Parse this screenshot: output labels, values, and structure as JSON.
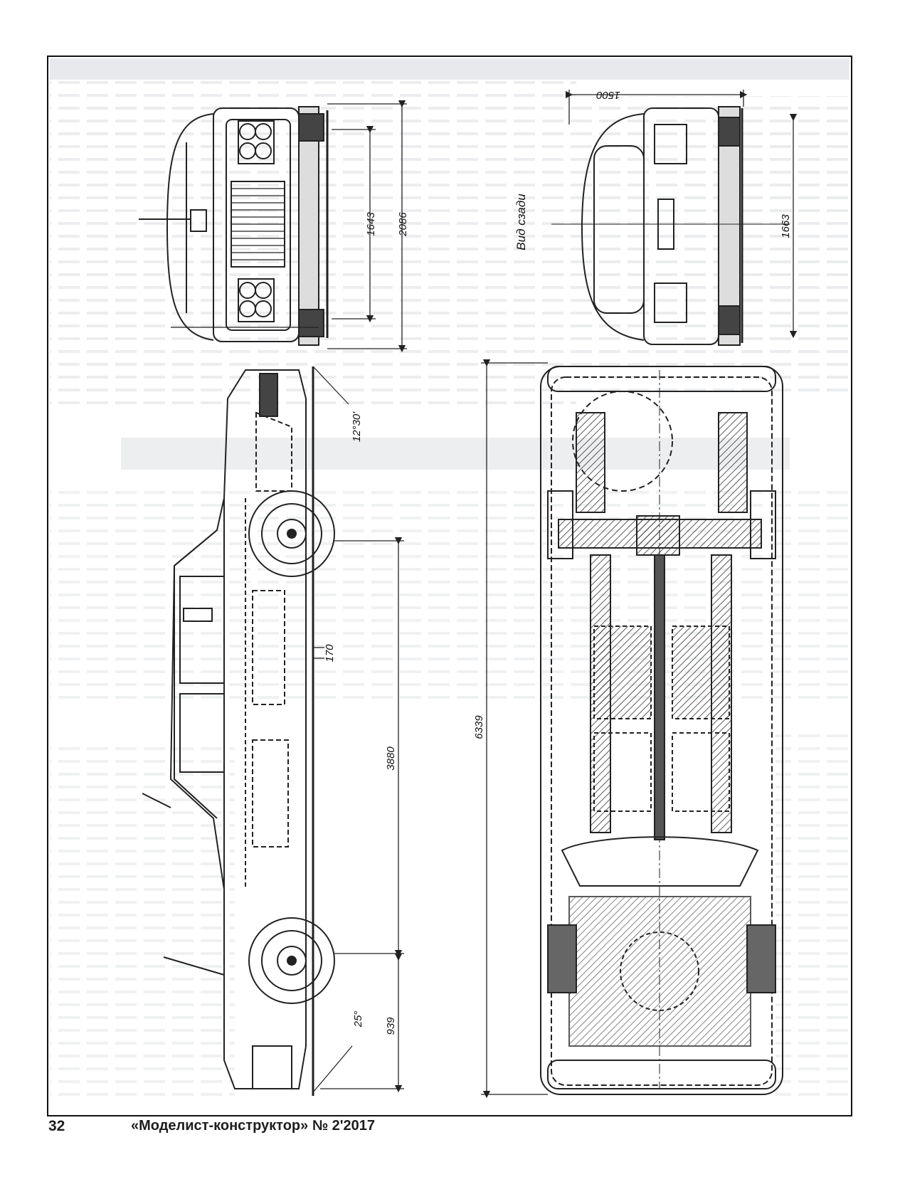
{
  "labels": {
    "rear_view": "Вид сзади",
    "dimensions": {
      "front_track": "1643",
      "overall_width": "2086",
      "rear_width": "1500",
      "rear_track": "1663",
      "rear_overhang_angle": "12°30'",
      "ground_clearance": "170",
      "wheelbase": "3880",
      "overall_length": "6339",
      "front_overhang": "939",
      "approach_angle": "25°"
    }
  },
  "footer": {
    "page_number": "32",
    "journal": "«Моделист-конструктор» № 2'2017"
  },
  "colors": {
    "ink": "#222222",
    "paper": "#ffffff",
    "ghost_text": "#c8ccd2",
    "frame": "#111111"
  }
}
